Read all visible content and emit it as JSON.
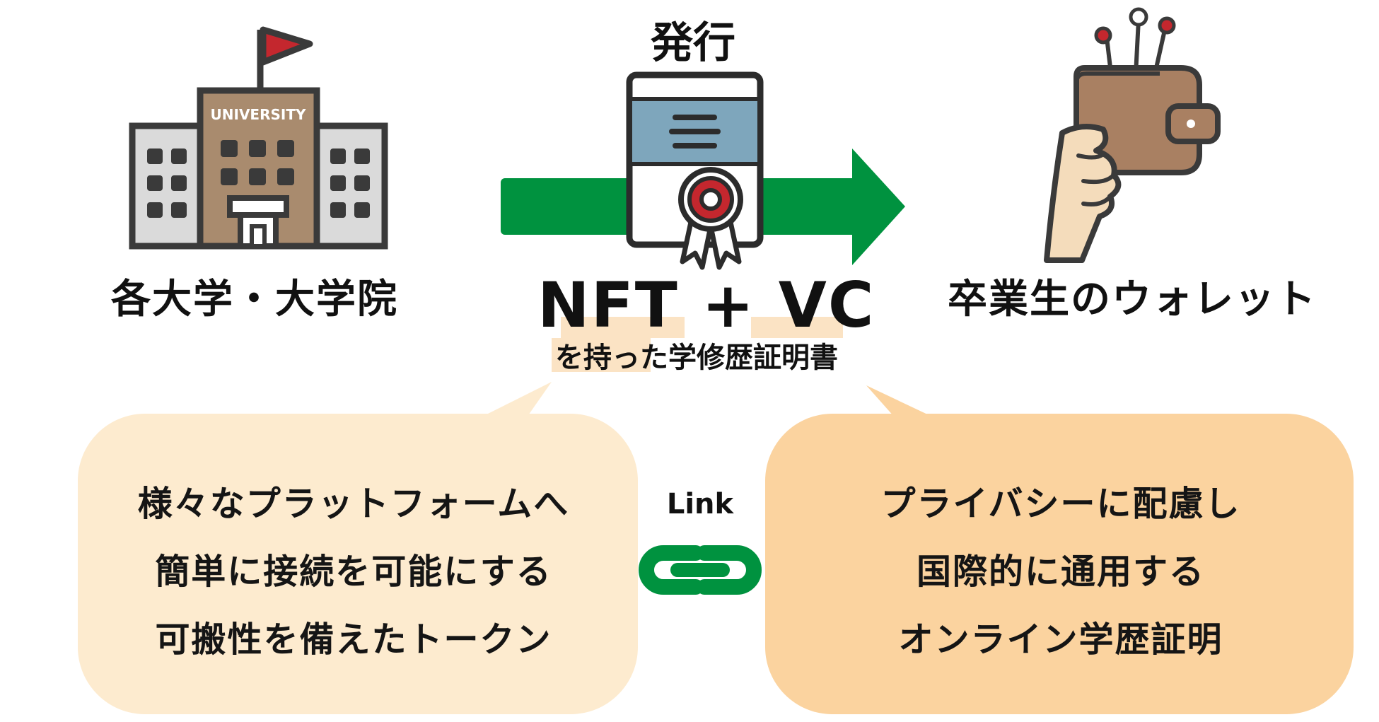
{
  "source": {
    "label": "各大学・大学院",
    "building_sign": "UNIVERSITY",
    "icon": "university-building-icon"
  },
  "issue": {
    "label": "発行",
    "arrow_color": "#00923f",
    "icon": "certificate-document-icon"
  },
  "credential": {
    "title": "NFT + VC",
    "caption": "を持った学修歴証明書",
    "highlight_color": "#fbe3c4"
  },
  "destination": {
    "label": "卒業生のウォレット",
    "icon": "wallet-in-hand-icon"
  },
  "link": {
    "label": "Link",
    "icon": "chain-link-icon",
    "color": "#00923f"
  },
  "bubbles": {
    "left": {
      "lines": [
        "様々なプラットフォームへ",
        "簡単に接続を可能にする",
        "可搬性を備えたトークン"
      ],
      "color": "#fdebcf"
    },
    "right": {
      "lines": [
        "プライバシーに配慮し",
        "国際的に通用する",
        "オンライン学歴証明"
      ],
      "color": "#fbd39f"
    }
  }
}
